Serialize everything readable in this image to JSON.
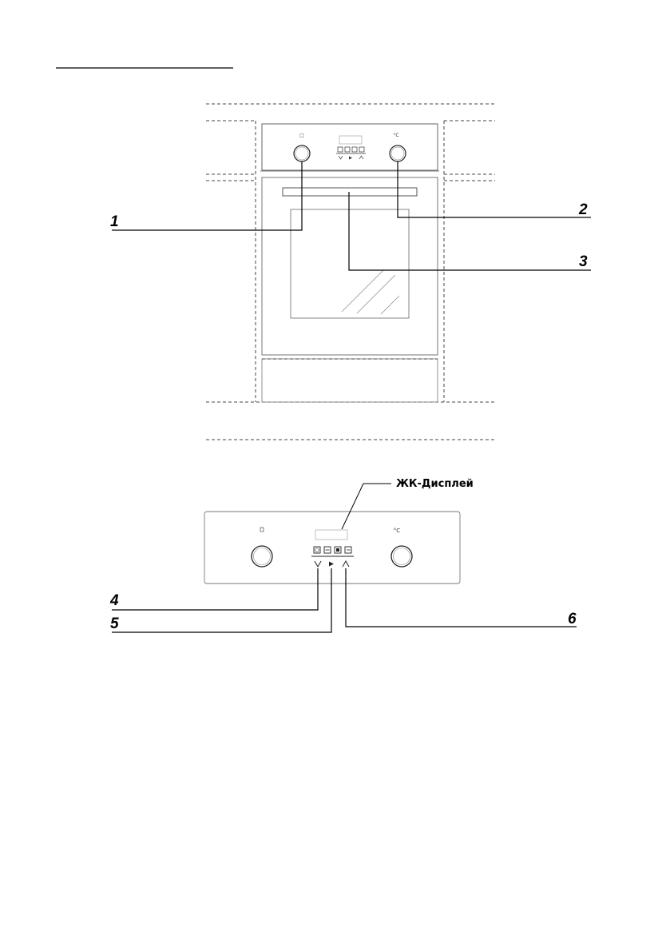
{
  "callouts": {
    "c1": "1",
    "c2": "2",
    "c3": "3",
    "c4": "4",
    "c5": "5",
    "c6": "6"
  },
  "panel": {
    "lcd_label": "ЖК-Дисплей",
    "right_knob_symbol": "°C",
    "left_knob_symbol": "□"
  },
  "oven_top": {
    "right_knob_symbol": "°C",
    "left_knob_symbol": "□"
  },
  "icons": {
    "down_arrow": "chevron-down-icon",
    "play": "play-icon",
    "up_arrow": "chevron-up-icon",
    "keys": [
      "clock-icon",
      "timer-minus-icon",
      "timer-icon",
      "timer-end-icon"
    ]
  }
}
